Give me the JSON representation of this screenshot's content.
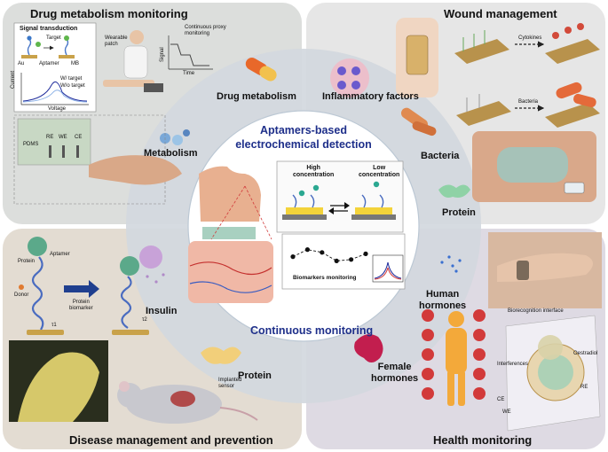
{
  "quadrants": {
    "top_left": {
      "title": "Drug metabolism monitoring"
    },
    "top_right": {
      "title": "Wound management"
    },
    "bottom_left": {
      "title": "Disease management and prevention"
    },
    "bottom_right": {
      "title": "Health monitoring"
    }
  },
  "ring_labels": {
    "drug_metabolism": "Drug metabolism",
    "metabolism": "Metabolism",
    "inflammatory_factors": "Inflammatory factors",
    "bacteria": "Bacteria",
    "protein_right": "Protein",
    "insulin": "Insulin",
    "protein_bottom": "Protein",
    "human_hormones": "Human\nhormones",
    "female_hormones": "Female\nhormones"
  },
  "center": {
    "title_line1": "Aptamers-based",
    "title_line2": "electrochemical detection",
    "footer": "Continuous monitoring",
    "high_concentration": "High\nconcentration",
    "low_concentration": "Low\nconcentration",
    "biomarkers_monitoring": "Biomarkers monitoring"
  },
  "top_left_panel": {
    "signal_transduction": "Signal transduction",
    "target": "Target",
    "legend_au": "Au",
    "legend_aptamer": "Aptamer",
    "legend_mb": "MB",
    "w_target": "W/ target",
    "wo_target": "W/o target",
    "current": "Current",
    "voltage": "Voltage",
    "wearable_patch": "Wearable\npatch",
    "continuous_proxy": "Continuous proxy\nmonitoring",
    "signal": "Signal",
    "time": "Time",
    "pdms": "PDMS",
    "re": "RE",
    "we": "WE",
    "ce": "CE"
  },
  "top_right_panel": {
    "cytokines": "Cytokines",
    "bacteria": "Bacteria"
  },
  "bottom_left_panel": {
    "protein": "Protein",
    "aptamer": "Aptamer",
    "donor": "Donor",
    "protein_biomarker": "Protein\nbiomarker",
    "tau1": "τ1",
    "tau2": "τ2",
    "implanted_sensor": "Implanted\nsensor"
  },
  "bottom_right_panel": {
    "biorecognition_interface": "Biorecognition interface",
    "interferences": "Interferences",
    "oestradiol": "Oestradiol",
    "re": "RE",
    "ce": "CE",
    "we": "WE"
  },
  "colors": {
    "top_left_bg": "#dcdedc",
    "top_right_bg": "#e5e5e5",
    "bottom_left_bg": "#e3dcd2",
    "bottom_right_bg": "#dedae3",
    "ring": "#cfd5dc",
    "center_title": "#1e2f8a"
  },
  "chart_data": {
    "type": "line",
    "x": [
      1,
      2,
      3,
      4,
      5,
      6
    ],
    "y": [
      0.45,
      0.7,
      0.6,
      0.3,
      0.35,
      0.55
    ],
    "title": "",
    "xlabel": "",
    "ylabel": ""
  }
}
